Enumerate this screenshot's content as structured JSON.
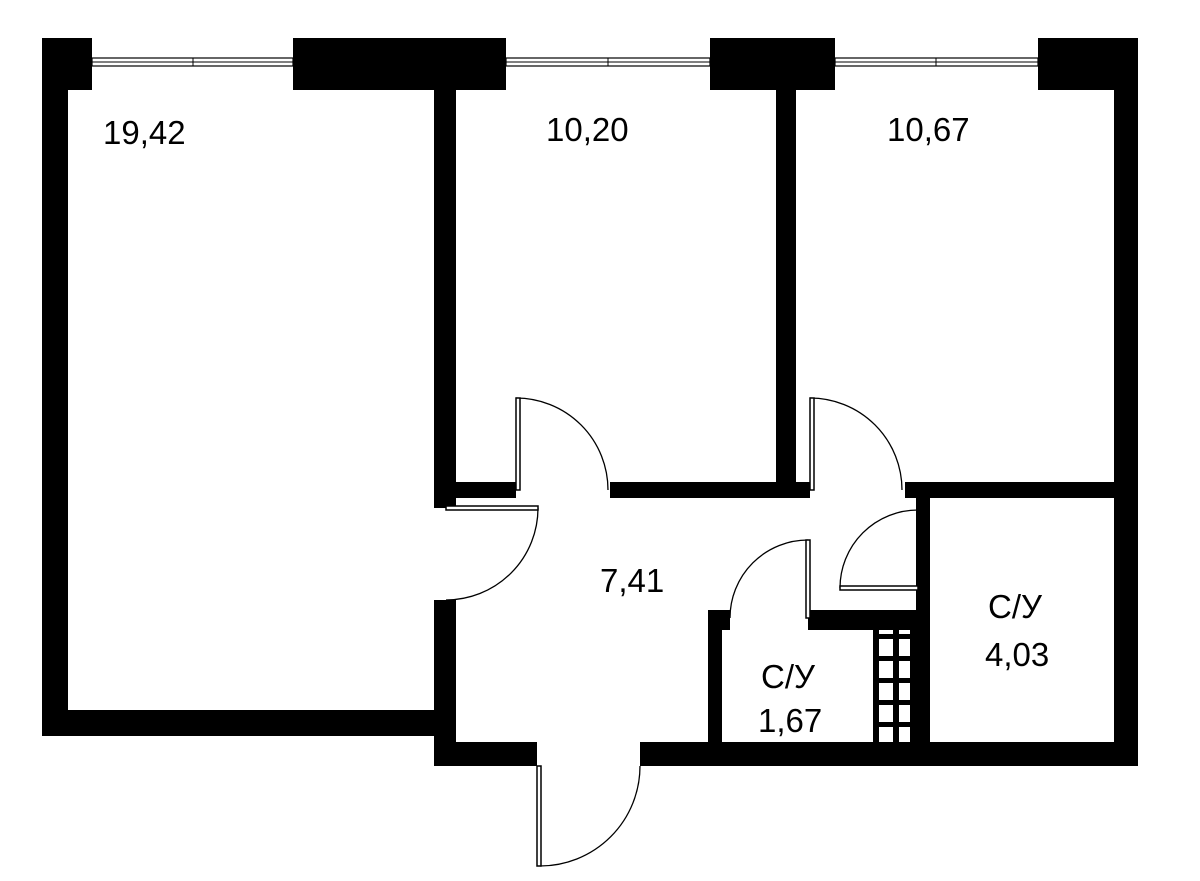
{
  "rooms": {
    "living_room": {
      "area": "19,42"
    },
    "bedroom_middle": {
      "area": "10,20"
    },
    "bedroom_right": {
      "area": "10,67"
    },
    "hallway": {
      "area": "7,41"
    },
    "bathroom_small": {
      "label": "С/У",
      "area": "1,67"
    },
    "bathroom_large": {
      "label": "С/У",
      "area": "4,03"
    }
  },
  "colors": {
    "wall": "#000000",
    "background": "#ffffff"
  }
}
